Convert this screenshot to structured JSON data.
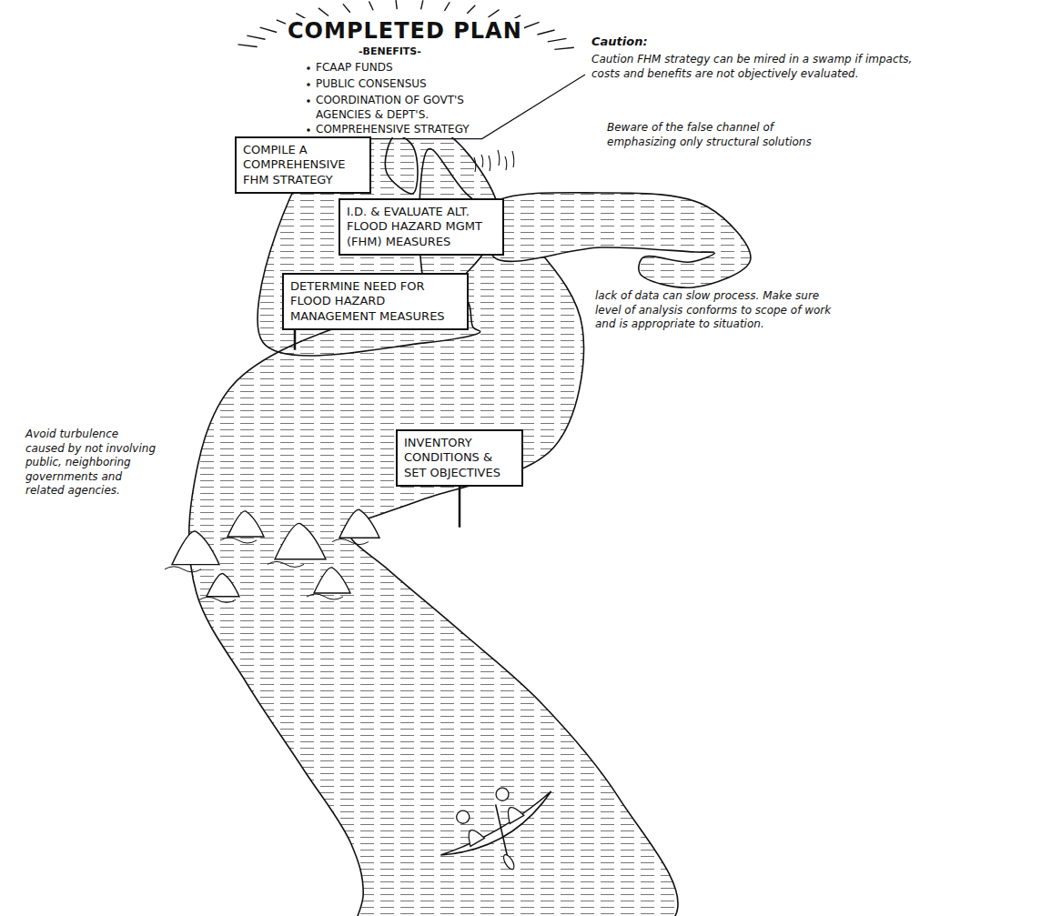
{
  "diagram": {
    "title": "COMPLETED PLAN",
    "nodes": [
      {
        "text": [
          "COMPILE A COMPREHENSIVE FHM STRATEGY"
        ]
      },
      {
        "text": [
          "I.D. & EVALUATE ALT. FLOOD HAZARD MGMT (FHM) MEASURES"
        ]
      },
      {
        "text": [
          "DETERMINE NEED FOR FLOOD HAZARD MANAGEMENT MEASURES"
        ]
      },
      {
        "text": [
          "INVENTORY CONDITIONS & SET OBJECTIVES"
        ]
      }
    ],
    "labels": [
      "-BENEFITS-",
      "FCAAP FUNDS",
      "PUBLIC CONSENSUS",
      "COORDINATION OF GOVT'S AGENCIES & DEPT'S.",
      "COMPREHENSIVE STRATEGY",
      "Caution:",
      "Caution FHM strategy can be mired in a swamp if impacts, costs and benefits are not objectively evaluated.",
      "Beware of the false channel of emphasizing only structural solutions",
      "lack of data can slow process. Make sure level of analysis conforms to scope of work and is appropriate to situation.",
      "Avoid turbulence caused by not involving public, neighboring governments and related agencies."
    ]
  }
}
